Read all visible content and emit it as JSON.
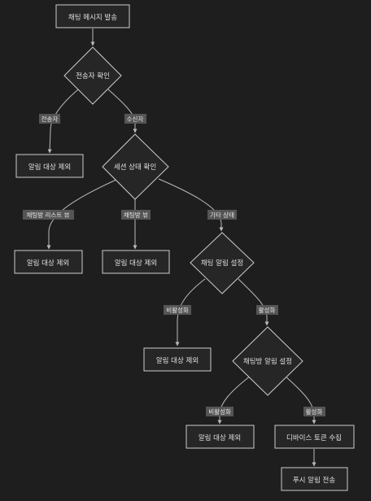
{
  "nodes": {
    "send_message": "채팅 메시지 발송",
    "check_sender": "전송자 확인",
    "exclude_sender": "알림 대상 제외",
    "session_state": "세션 상태 확인",
    "exclude_list_view": "알림 대상 제외",
    "exclude_chat_view": "알림 대상 제외",
    "chat_alarm_setting": "채팅 알림 설정",
    "exclude_chat_off": "알림 대상 제외",
    "room_alarm_setting": "채팅방 알림 설정",
    "exclude_room_off": "알림 대상 제외",
    "collect_tokens": "디바이스 토큰 수집",
    "send_push": "푸시 알림 전송"
  },
  "edge_labels": {
    "sender": "전송자",
    "receiver": "수신자",
    "chat_list_view": "채팅방 리스트 뷰",
    "chat_view": "채팅방 뷰",
    "other_state": "기타 상태",
    "chat_inactive": "비활성화",
    "chat_active": "활성화",
    "room_inactive": "비활성화",
    "room_active": "활성화"
  },
  "colors": {
    "background": "#1e1e1e",
    "node_fill": "#262626",
    "node_stroke": "#cccccc",
    "text": "#e0e0e0",
    "edge": "#bbbbbb",
    "edge_label_bg": "#555555"
  }
}
